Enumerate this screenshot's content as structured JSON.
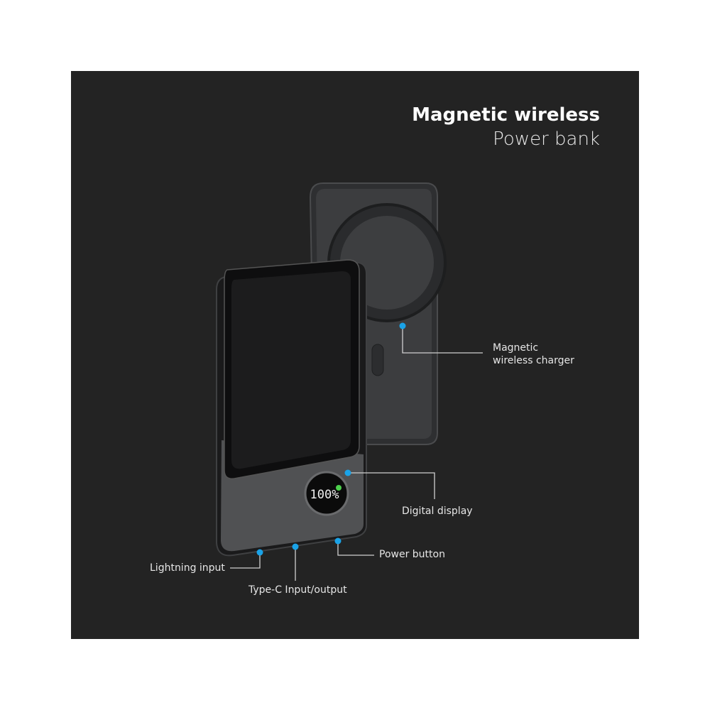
{
  "title": {
    "line1": "Magnetic wireless",
    "line2": "Power bank"
  },
  "display_reading": "100%",
  "callouts": {
    "magnetic_charger": {
      "line1": "Magnetic",
      "line2": "wireless charger"
    },
    "digital_display": "Digital display",
    "power_button": "Power button",
    "lightning_input": "Lightning input",
    "type_c": "Type-C Input/output"
  },
  "colors": {
    "background": "#232323",
    "dot": "#1aa3e8",
    "line": "#d0d0d0"
  }
}
